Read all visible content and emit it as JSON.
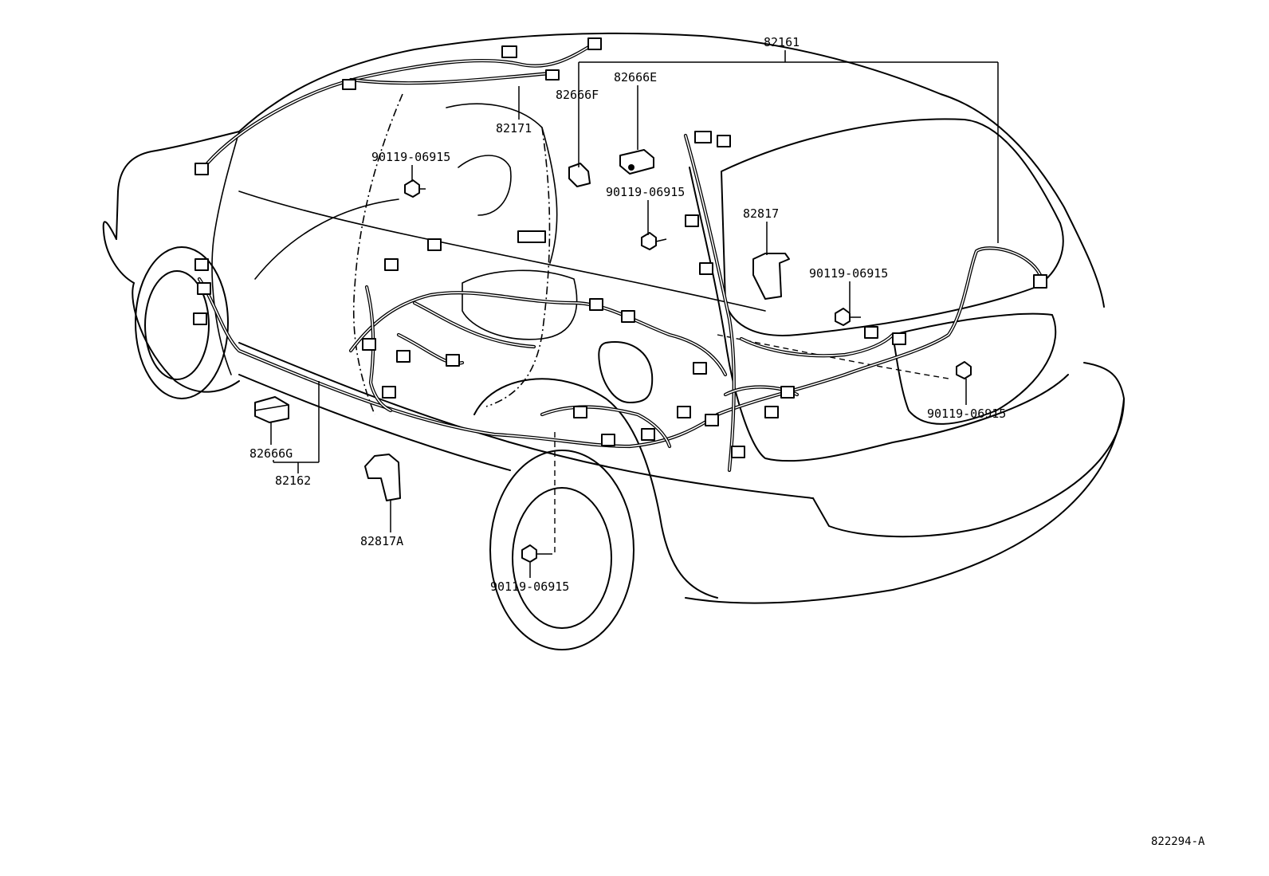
{
  "diagram": {
    "reference_code": "822294-A",
    "callouts": [
      {
        "id": "82161",
        "text": "82161"
      },
      {
        "id": "82666E",
        "text": "82666E"
      },
      {
        "id": "82666F",
        "text": "82666F"
      },
      {
        "id": "82171",
        "text": "82171"
      },
      {
        "id": "bolt-upper-left",
        "text": "90119-06915"
      },
      {
        "id": "bolt-upper-mid",
        "text": "90119-06915"
      },
      {
        "id": "82817",
        "text": "82817"
      },
      {
        "id": "bolt-upper-right",
        "text": "90119-06915"
      },
      {
        "id": "bolt-rear-right",
        "text": "90119-06915"
      },
      {
        "id": "82666G",
        "text": "82666G"
      },
      {
        "id": "82162",
        "text": "82162"
      },
      {
        "id": "82817A",
        "text": "82817A"
      },
      {
        "id": "bolt-lower",
        "text": "90119-06915"
      }
    ]
  }
}
